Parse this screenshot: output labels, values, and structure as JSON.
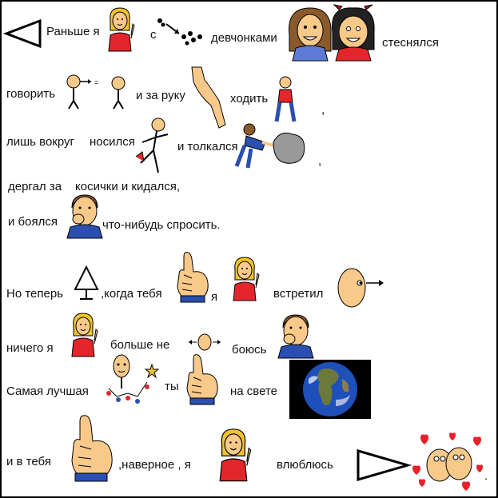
{
  "lines": {
    "l1_t1": "Раньше я",
    "l1_t2": "с",
    "l1_t3": "девчонками",
    "l1_t4": "стеснялся",
    "l2_t1": "говорить",
    "l2_t2": "и за руку",
    "l2_t3": "ходить",
    "l2_t4": ",",
    "l3_t1": "лишь вокруг",
    "l3_t2": "носился",
    "l3_t3": "и толкался",
    "l3_t4": ",",
    "l4_t1": "дергал за",
    "l4_t2": "косички и кидался,",
    "l5_t1": "и боялся",
    "l5_t2": "что-нибудь спросить.",
    "l6_t1": "Но теперь",
    "l6_t2": ",когда тебя",
    "l6_t3": "я",
    "l6_t4": "встретил",
    "l7_t1": "ничего я",
    "l7_t2": "больше не",
    "l7_t3": "боюсь",
    "l8_t1": "Самая лучшая",
    "l8_t2": "ты",
    "l8_t3": "на свете",
    "l9_t1": "и в тебя",
    "l9_t2": ",наверное , я",
    "l9_t3": "влюблюсь",
    "l9_t4": "."
  },
  "icons": [
    "arrow-left-icon",
    "girl-waving-icon",
    "dots-arrow-icon",
    "two-girls-icon",
    "speaking-person-icon",
    "arm-hand-icon",
    "walking-boy-icon",
    "running-person-icon",
    "pushing-man-icon",
    "shy-boy-icon",
    "tree-icon",
    "pointing-hand-icon",
    "looking-face-icon",
    "tiny-face-arrows-icon",
    "best-person-icon",
    "earth-icon",
    "arrow-right-icon",
    "faces-hearts-icon"
  ],
  "colors": {
    "skin": "#f9c98a",
    "hair": "#f2c230",
    "shirt_red": "#e3262b",
    "heart": "#e8202a",
    "earth_blue": "#1f4fb8"
  }
}
